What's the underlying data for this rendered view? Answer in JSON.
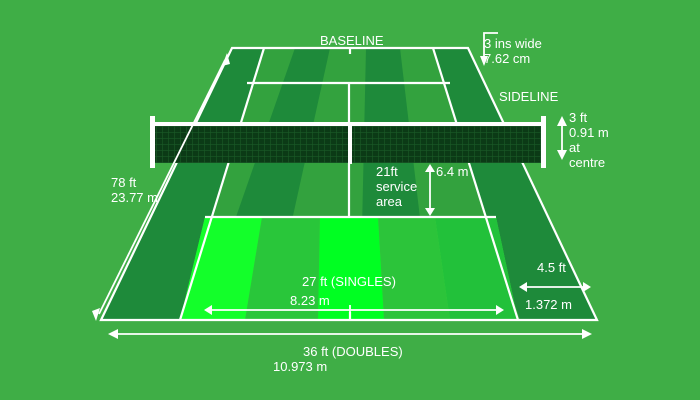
{
  "labels": {
    "baseline": "BASELINE",
    "line_width": "3 ins wide\n7.62 cm",
    "sideline": "SIDELINE",
    "net_height": "3 ft\n0.91 m\nat\ncentre",
    "length": "78 ft\n23.77 m",
    "service_area": "21ft\nservice\narea",
    "service_length_m": "6.4 m",
    "alley_width": "4.5 ft",
    "alley_width_m": "1.372 m",
    "singles_width": "27 ft (SINGLES)",
    "singles_width_m": "8.23 m",
    "doubles_width": "36 ft (DOUBLES)",
    "doubles_width_m": "10.973 m"
  },
  "colors": {
    "background": "#3fae46",
    "stripe_light": "#33a23e",
    "stripe_dark": "#1e8a3a",
    "near_light": "#3ee33a",
    "near_bright": "#00ff22",
    "lines": "#ffffff",
    "net": "#0b3a16"
  }
}
